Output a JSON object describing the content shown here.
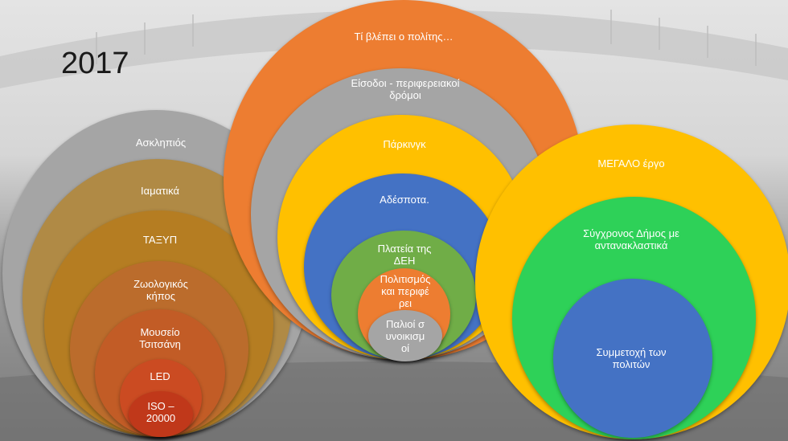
{
  "year": "2017",
  "left_group": {
    "rings": [
      {
        "label": "Ασκληπιός",
        "color": "#a5a5a5"
      },
      {
        "label": "Ιαματικά",
        "color": "#b08a45"
      },
      {
        "label": "ΤΑΞΥΠ",
        "color": "#b57d22"
      },
      {
        "label": "Ζωολογικός κήπος",
        "color": "#bb6c2c"
      },
      {
        "label": "Μουσείο Τσιτσάνη",
        "color": "#c25c26"
      },
      {
        "label": "LED",
        "color": "#cb4b22"
      },
      {
        "label": "ISO – 20000",
        "color": "#c0381a"
      }
    ]
  },
  "center_group": {
    "rings": [
      {
        "label": "Τί βλέπει ο πολίτης…",
        "color": "#ed7d31"
      },
      {
        "label": "Είσοδοι - περιφερειακοί δρόμοι",
        "color": "#a5a5a5"
      },
      {
        "label": "Πάρκινγκ",
        "color": "#ffc000"
      },
      {
        "label": "Αδέσποτα.",
        "color": "#4472c4"
      },
      {
        "label": "Πλατεία της ΔΕΗ",
        "color": "#70ad47"
      },
      {
        "label": "Πολιτισμός και περιφέρει",
        "color": "#ed7d31"
      },
      {
        "label": "Παλιοί συνοικισμοί",
        "color": "#a5a5a5"
      }
    ]
  },
  "right_group": {
    "rings": [
      {
        "label": "ΜΕΓΑΛΟ έργο",
        "color": "#ffc000"
      },
      {
        "label": "Σύγχρονος Δήμος με αντανακλαστικά",
        "color": "#2ed158"
      },
      {
        "label": "Συμμετοχή των πολιτών",
        "color": "#4472c4"
      }
    ]
  }
}
